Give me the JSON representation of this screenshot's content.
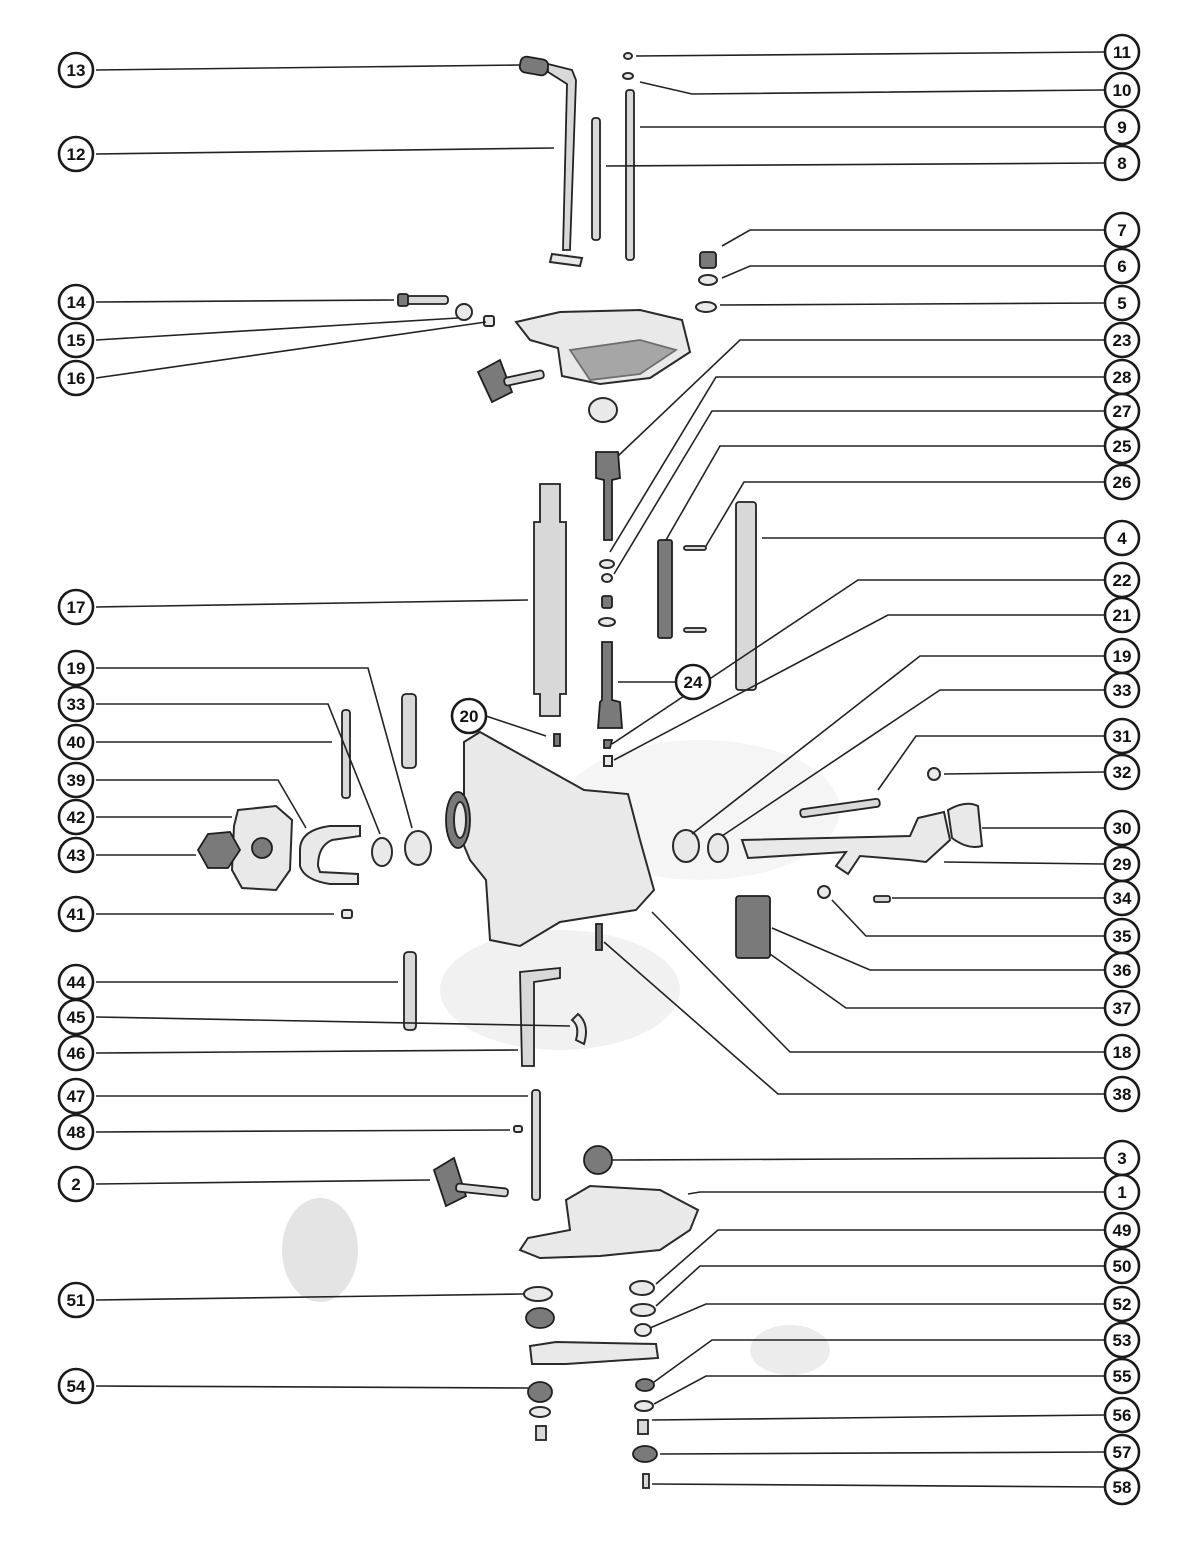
{
  "callouts": [
    {
      "id": "c13",
      "label": "13"
    },
    {
      "id": "c12",
      "label": "12"
    },
    {
      "id": "c14",
      "label": "14"
    },
    {
      "id": "c15",
      "label": "15"
    },
    {
      "id": "c16",
      "label": "16"
    },
    {
      "id": "c17",
      "label": "17"
    },
    {
      "id": "c19L",
      "label": "19"
    },
    {
      "id": "c33L",
      "label": "33"
    },
    {
      "id": "c40",
      "label": "40"
    },
    {
      "id": "c39",
      "label": "39"
    },
    {
      "id": "c42",
      "label": "42"
    },
    {
      "id": "c43",
      "label": "43"
    },
    {
      "id": "c41",
      "label": "41"
    },
    {
      "id": "c44",
      "label": "44"
    },
    {
      "id": "c45",
      "label": "45"
    },
    {
      "id": "c46",
      "label": "46"
    },
    {
      "id": "c47",
      "label": "47"
    },
    {
      "id": "c48",
      "label": "48"
    },
    {
      "id": "c2",
      "label": "2"
    },
    {
      "id": "c51",
      "label": "51"
    },
    {
      "id": "c54",
      "label": "54"
    },
    {
      "id": "c20",
      "label": "20"
    },
    {
      "id": "c24",
      "label": "24"
    },
    {
      "id": "c11",
      "label": "11"
    },
    {
      "id": "c10",
      "label": "10"
    },
    {
      "id": "c9",
      "label": "9"
    },
    {
      "id": "c8",
      "label": "8"
    },
    {
      "id": "c7",
      "label": "7"
    },
    {
      "id": "c6",
      "label": "6"
    },
    {
      "id": "c5",
      "label": "5"
    },
    {
      "id": "c23",
      "label": "23"
    },
    {
      "id": "c28",
      "label": "28"
    },
    {
      "id": "c27",
      "label": "27"
    },
    {
      "id": "c25",
      "label": "25"
    },
    {
      "id": "c26",
      "label": "26"
    },
    {
      "id": "c4",
      "label": "4"
    },
    {
      "id": "c22",
      "label": "22"
    },
    {
      "id": "c21",
      "label": "21"
    },
    {
      "id": "c19R",
      "label": "19"
    },
    {
      "id": "c33R",
      "label": "33"
    },
    {
      "id": "c31",
      "label": "31"
    },
    {
      "id": "c32",
      "label": "32"
    },
    {
      "id": "c30",
      "label": "30"
    },
    {
      "id": "c29",
      "label": "29"
    },
    {
      "id": "c34",
      "label": "34"
    },
    {
      "id": "c35",
      "label": "35"
    },
    {
      "id": "c36",
      "label": "36"
    },
    {
      "id": "c37",
      "label": "37"
    },
    {
      "id": "c18",
      "label": "18"
    },
    {
      "id": "c38",
      "label": "38"
    },
    {
      "id": "c3",
      "label": "3"
    },
    {
      "id": "c1",
      "label": "1"
    },
    {
      "id": "c49",
      "label": "49"
    },
    {
      "id": "c50",
      "label": "50"
    },
    {
      "id": "c52",
      "label": "52"
    },
    {
      "id": "c53",
      "label": "53"
    },
    {
      "id": "c55",
      "label": "55"
    },
    {
      "id": "c56",
      "label": "56"
    },
    {
      "id": "c57",
      "label": "57"
    },
    {
      "id": "c58",
      "label": "58"
    }
  ]
}
